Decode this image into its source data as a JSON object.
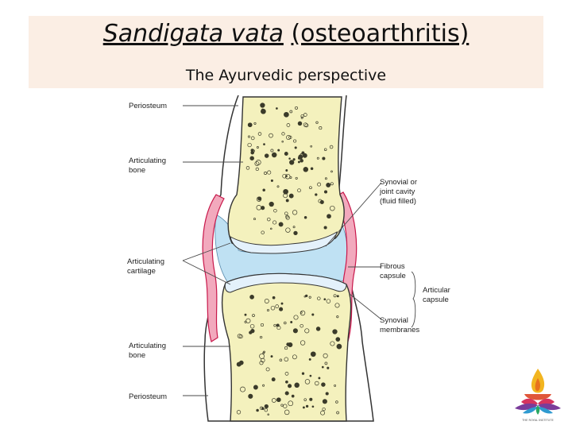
{
  "slide": {
    "title_italic": "Sandigata vata",
    "title_plain": "(osteoarthritis)",
    "subtitle": "The Ayurvedic perspective"
  },
  "diagram": {
    "labels": {
      "periosteum_top": "Periosteum",
      "articulating_bone_top_1": "Articulating",
      "articulating_bone_top_2": "bone",
      "articulating_cartilage_1": "Articulating",
      "articulating_cartilage_2": "cartilage",
      "articulating_bone_bottom_1": "Articulating",
      "articulating_bone_bottom_2": "bone",
      "periosteum_bottom": "Periosteum",
      "synovial_cavity_1": "Synovial or",
      "synovial_cavity_2": "joint cavity",
      "synovial_cavity_3": "(fluid filled)",
      "fibrous_capsule_1": "Fibrous",
      "fibrous_capsule_2": "capsule",
      "articular_capsule_1": "Articular",
      "articular_capsule_2": "capsule",
      "synovial_membranes_1": "Synovial",
      "synovial_membranes_2": "membranes"
    },
    "colors": {
      "bone": "#f4f1bd",
      "cartilage": "#e4f1fb",
      "fluid": "#bfe1f3",
      "synovial_membrane": "#f2a9bd",
      "membrane_edge": "#c8184b"
    }
  },
  "logo": {
    "caption": "THE ROYAL INSTITUTE"
  }
}
